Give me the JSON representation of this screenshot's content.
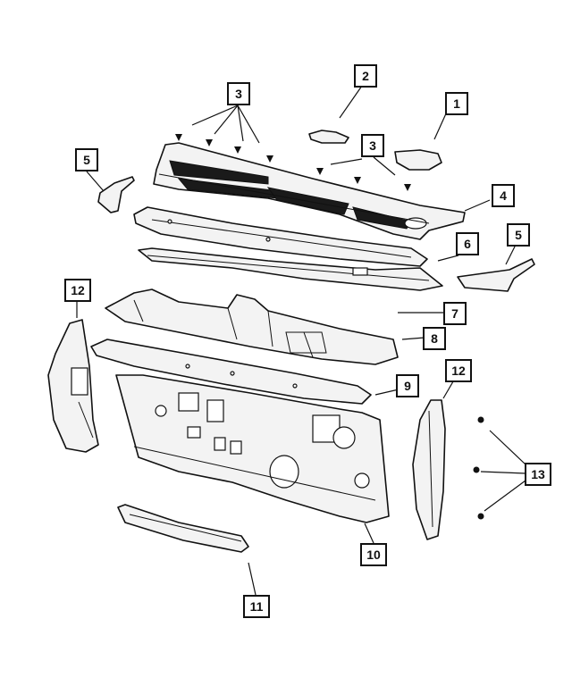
{
  "callouts": [
    {
      "id": "c1",
      "label": "1"
    },
    {
      "id": "c2",
      "label": "2"
    },
    {
      "id": "c3a",
      "label": "3"
    },
    {
      "id": "c3b",
      "label": "3"
    },
    {
      "id": "c4",
      "label": "4"
    },
    {
      "id": "c5a",
      "label": "5"
    },
    {
      "id": "c5b",
      "label": "5"
    },
    {
      "id": "c6",
      "label": "6"
    },
    {
      "id": "c7",
      "label": "7"
    },
    {
      "id": "c8",
      "label": "8"
    },
    {
      "id": "c9",
      "label": "9"
    },
    {
      "id": "c10",
      "label": "10"
    },
    {
      "id": "c11",
      "label": "11"
    },
    {
      "id": "c12a",
      "label": "12"
    },
    {
      "id": "c12b",
      "label": "12"
    },
    {
      "id": "c13",
      "label": "13"
    }
  ]
}
